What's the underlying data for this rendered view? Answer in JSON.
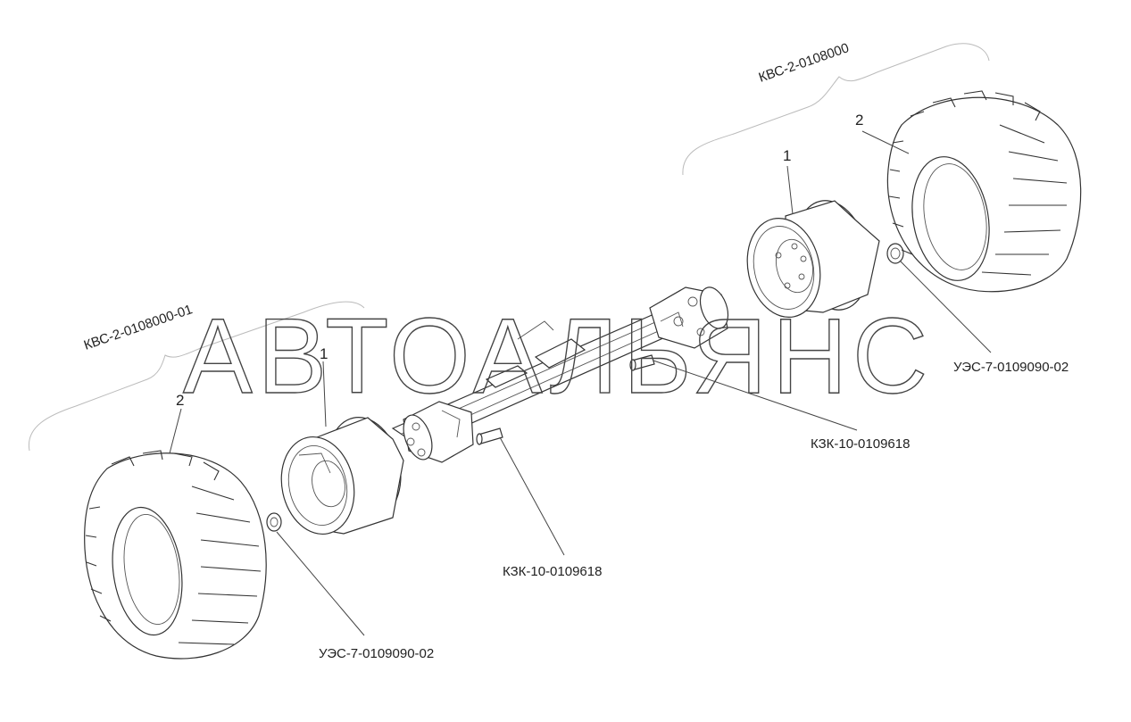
{
  "watermark": "АВТОАЛЬЯНС",
  "assemblies": {
    "right_assembly": "КВС-2-0108000",
    "left_assembly": "КВС-2-0108000-01"
  },
  "position_numbers": {
    "rim_right": "1",
    "tire_right": "2",
    "rim_left": "1",
    "tire_left": "2"
  },
  "callouts": {
    "nut_right": "УЭС-7-0109090-02",
    "stud_right": "КЗК-10-0109618",
    "stud_left": "КЗК-10-0109618",
    "nut_left": "УЭС-7-0109090-02"
  }
}
